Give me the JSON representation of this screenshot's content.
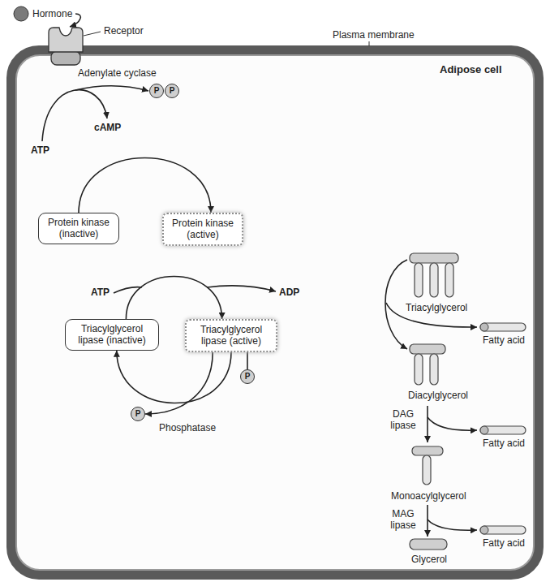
{
  "diagram": {
    "nodes": [
      {
        "text": [
          "Adipose cell"
        ]
      },
      {
        "text": [
          "P"
        ],
        "in": 0
      },
      {
        "text": [
          "P"
        ],
        "in": 0
      },
      {
        "text": [
          "Protein kinase (inactive)"
        ],
        "in": 0
      },
      {
        "text": [
          "Protein kinase (active)"
        ],
        "in": 0
      },
      {
        "text": [
          "Triacylglycerol lipase (inactive)"
        ],
        "in": 0
      },
      {
        "text": [
          "Triacylglycerol lipase (active)"
        ],
        "in": 0
      },
      {
        "text": [
          "P"
        ],
        "in": 0
      },
      {
        "text": [
          "P"
        ],
        "in": 0
      }
    ],
    "edges": [
      {
        "from": 3,
        "to": 4,
        "arrow": "to"
      },
      {
        "from": 5,
        "to": 6,
        "arrow": "to"
      },
      {
        "from": 6,
        "to": 5,
        "arrow": "to"
      },
      {
        "from": 6,
        "to": 8,
        "arrow": "to"
      },
      {
        "from": 6,
        "to": 7,
        "arrow": "none"
      }
    ],
    "labels": [
      "Hormone",
      "Receptor",
      "Plasma membrane",
      "Adenylate cyclase",
      "ATP",
      "cAMP",
      "ATP",
      "ADP",
      "Triacylglycerol",
      "Fatty acid",
      "Diacylglycerol",
      "DAG lipase",
      "Fatty acid",
      "Phosphatase",
      "Monoacylglycerol",
      "MAG lipase",
      "Fatty acid",
      "Glycerol"
    ]
  }
}
